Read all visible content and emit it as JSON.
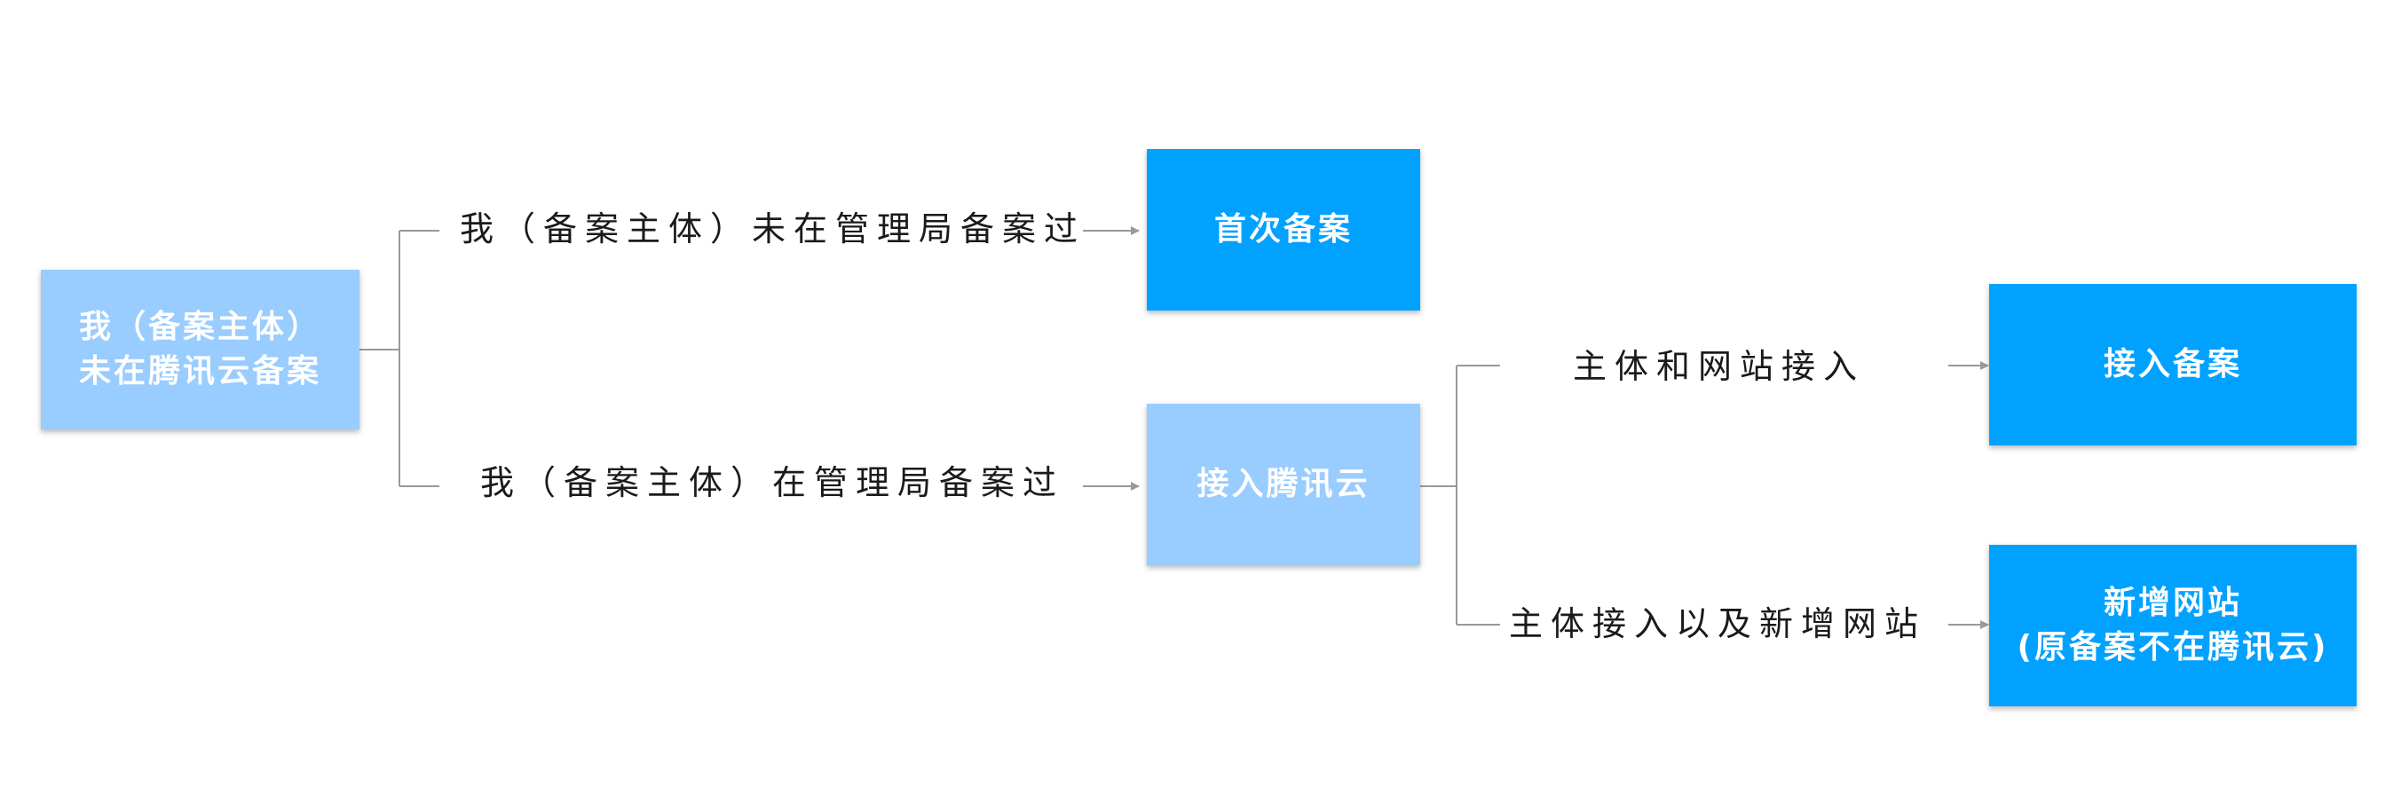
{
  "colors": {
    "light_box": "#99ccff",
    "dark_box": "#00a1ff",
    "connector": "#999999",
    "text": "#1a1a1a"
  },
  "nodes": {
    "start": {
      "line1": "我（备案主体）",
      "line2": "未在腾讯云备案"
    },
    "first_filing": {
      "label": "首次备案"
    },
    "access_tencent": {
      "label": "接入腾讯云"
    },
    "access_filing": {
      "label": "接入备案"
    },
    "new_site": {
      "line1": "新增网站",
      "line2": "(原备案不在腾讯云)"
    }
  },
  "edges": {
    "not_filed": "我（备案主体）未在管理局备案过",
    "filed": "我（备案主体）在管理局备案过",
    "subject_and_site": "主体和网站接入",
    "subject_and_new_site": "主体接入以及新增网站"
  }
}
